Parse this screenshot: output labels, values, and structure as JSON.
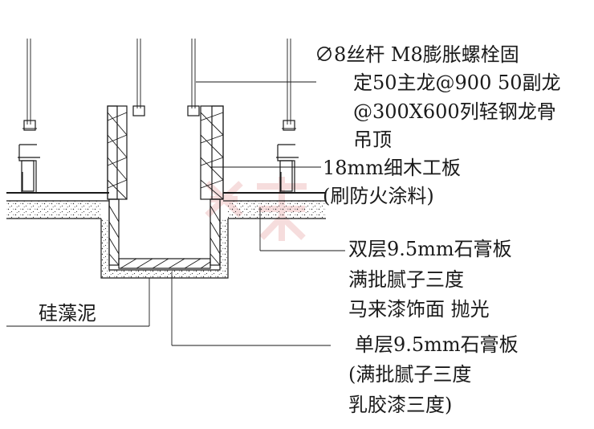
{
  "labels": {
    "hanger_line1": "∅8丝杆 M8膨胀螺栓固",
    "hanger_line2": "定50主龙@900 50副龙",
    "hanger_line3": "@300X600列轻钢龙骨",
    "hanger_line4": "吊顶",
    "board_line1": "18mm细木工板",
    "board_line2": "(刷防火涂料)",
    "double_line1": "双层9.5mm石膏板",
    "double_line2": "满批腻子三度",
    "double_line3": "马来漆饰面 抛光",
    "diatom": "硅藻泥",
    "single_line1": "单层9.5mm石膏板",
    "single_line2": "(满批腻子三度",
    "single_line3": "乳胶漆三度)"
  },
  "colors": {
    "line": "#1a1a1a",
    "watermark": "#e8a0a0"
  }
}
